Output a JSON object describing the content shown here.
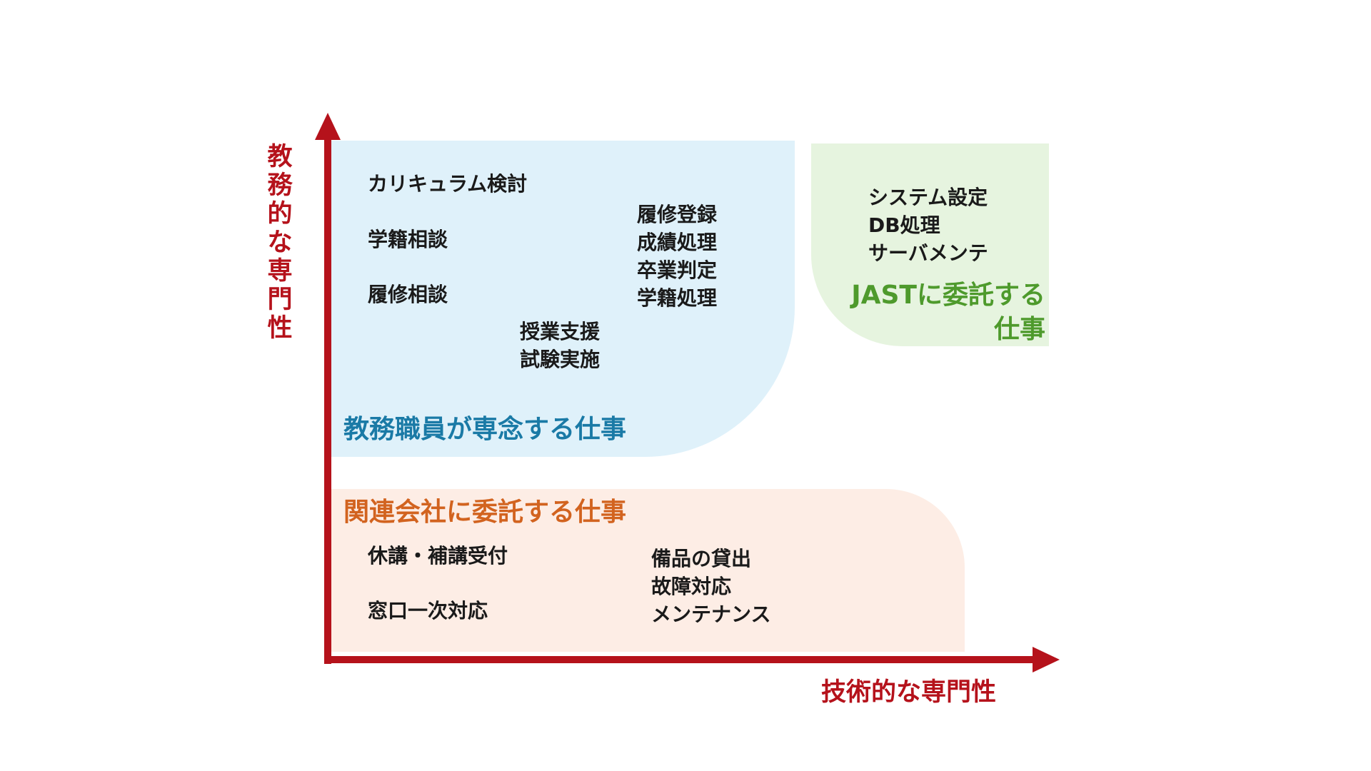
{
  "axes": {
    "y_label": "教務的な専門性",
    "x_label": "技術的な専門性",
    "color": "#b5121b"
  },
  "regions": {
    "blue": {
      "label": "教務職員が専念する仕事",
      "color": "#1a7aa6",
      "fill": "#dff1fa",
      "items": {
        "curriculum": "カリキュラム検討",
        "gakuseki_consult": "学籍相談",
        "rishu_consult": "履修相談",
        "group_right": [
          "履修登録",
          "成績処理",
          "卒業判定",
          "学籍処理"
        ],
        "group_center": [
          "授業支援",
          "試験実施"
        ]
      }
    },
    "green": {
      "label_lines": [
        "JASTに委託する",
        "仕事"
      ],
      "color": "#4e9a2c",
      "fill": "#e6f4df",
      "items": [
        "システム設定",
        "DB処理",
        "サーバメンテ"
      ]
    },
    "orange": {
      "label": "関連会社に委託する仕事",
      "color": "#d2631f",
      "fill": "#fdede5",
      "items": {
        "kyuko": "休講・補講受付",
        "madoguchi": "窓口一次対応",
        "group_right": [
          "備品の貸出",
          "故障対応",
          "メンテナンス"
        ]
      }
    }
  }
}
